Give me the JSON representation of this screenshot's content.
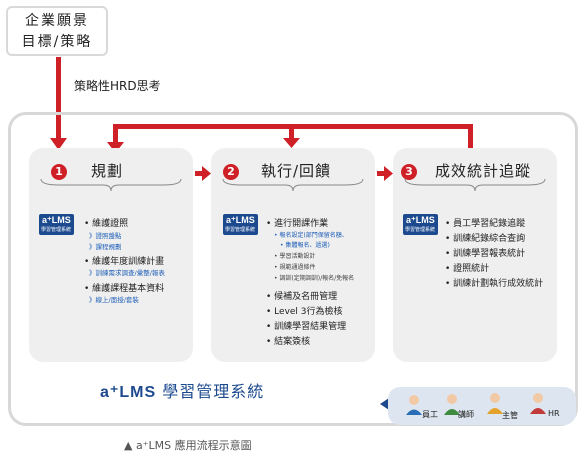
{
  "vision": {
    "line1": "企業願景",
    "line2": "目標/策略"
  },
  "strategy_label": "策略性HRD思考",
  "panels": [
    {
      "num": "1",
      "title": "規劃",
      "items": [
        {
          "label": "維護證照",
          "subs": [
            "證照盤點",
            "課程規劃"
          ]
        },
        {
          "label": "維護年度訓練計畫",
          "subs": [
            "訓練需求調查/彙整/報表"
          ]
        },
        {
          "label": "維護課程基本資料",
          "subs": [
            "線上/面授/套裝"
          ]
        }
      ]
    },
    {
      "num": "2",
      "title": "執行/回饋",
      "items": [
        {
          "label": "進行開課作業",
          "subs": [
            "報名設定(部門保留名額、",
            "集體報名、遞選)",
            "學習活動設計",
            "規範通過條件",
            "調訓(定期調訓)/報名/免報名"
          ]
        },
        {
          "label": "候補及名冊管理"
        },
        {
          "label": "Level 3行為檢核"
        },
        {
          "label": "訓練學習結果管理"
        },
        {
          "label": "結案簽核"
        }
      ]
    },
    {
      "num": "3",
      "title": "成效統計追蹤",
      "items": [
        {
          "label": "員工學習紀錄追蹤"
        },
        {
          "label": "訓練紀錄綜合查詢"
        },
        {
          "label": "訓練學習報表統計"
        },
        {
          "label": "證照統計"
        },
        {
          "label": "訓練計劃執行成效統計"
        }
      ]
    }
  ],
  "logo": {
    "text": "a⁺LMS",
    "sub": "學習管理系統"
  },
  "brand": {
    "prefix": "a⁺LMS",
    "name": "學習管理系統"
  },
  "users": [
    "員工",
    "講師",
    "主管",
    "HR"
  ],
  "caption": "a⁺LMS 應用流程示意圖",
  "colors": {
    "accent": "#cf1f27",
    "brand": "#1d4a8f",
    "panel": "#efefef"
  }
}
